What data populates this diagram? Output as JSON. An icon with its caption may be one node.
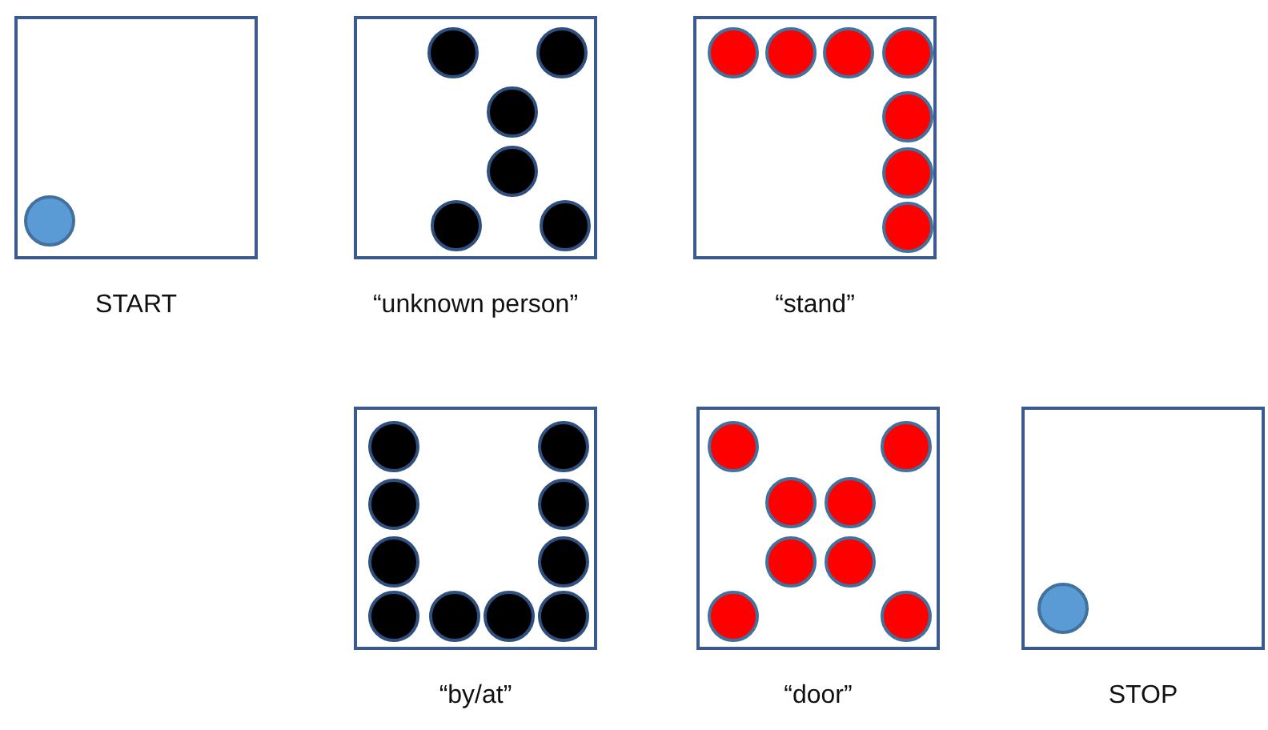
{
  "diagram": {
    "nodes": [
      {
        "text": [],
        "shape": "box",
        "beside": [
          "START"
        ]
      },
      {
        "text": [],
        "shape": "box",
        "beside": [
          "“unknown person”"
        ]
      },
      {
        "text": [],
        "shape": "box",
        "beside": [
          "“stand”"
        ]
      },
      {
        "text": [],
        "shape": "box",
        "beside": [
          "“by/at”"
        ]
      },
      {
        "text": [],
        "shape": "box",
        "beside": [
          "“door”"
        ]
      },
      {
        "text": [],
        "shape": "box",
        "beside": [
          "STOP"
        ]
      }
    ]
  }
}
